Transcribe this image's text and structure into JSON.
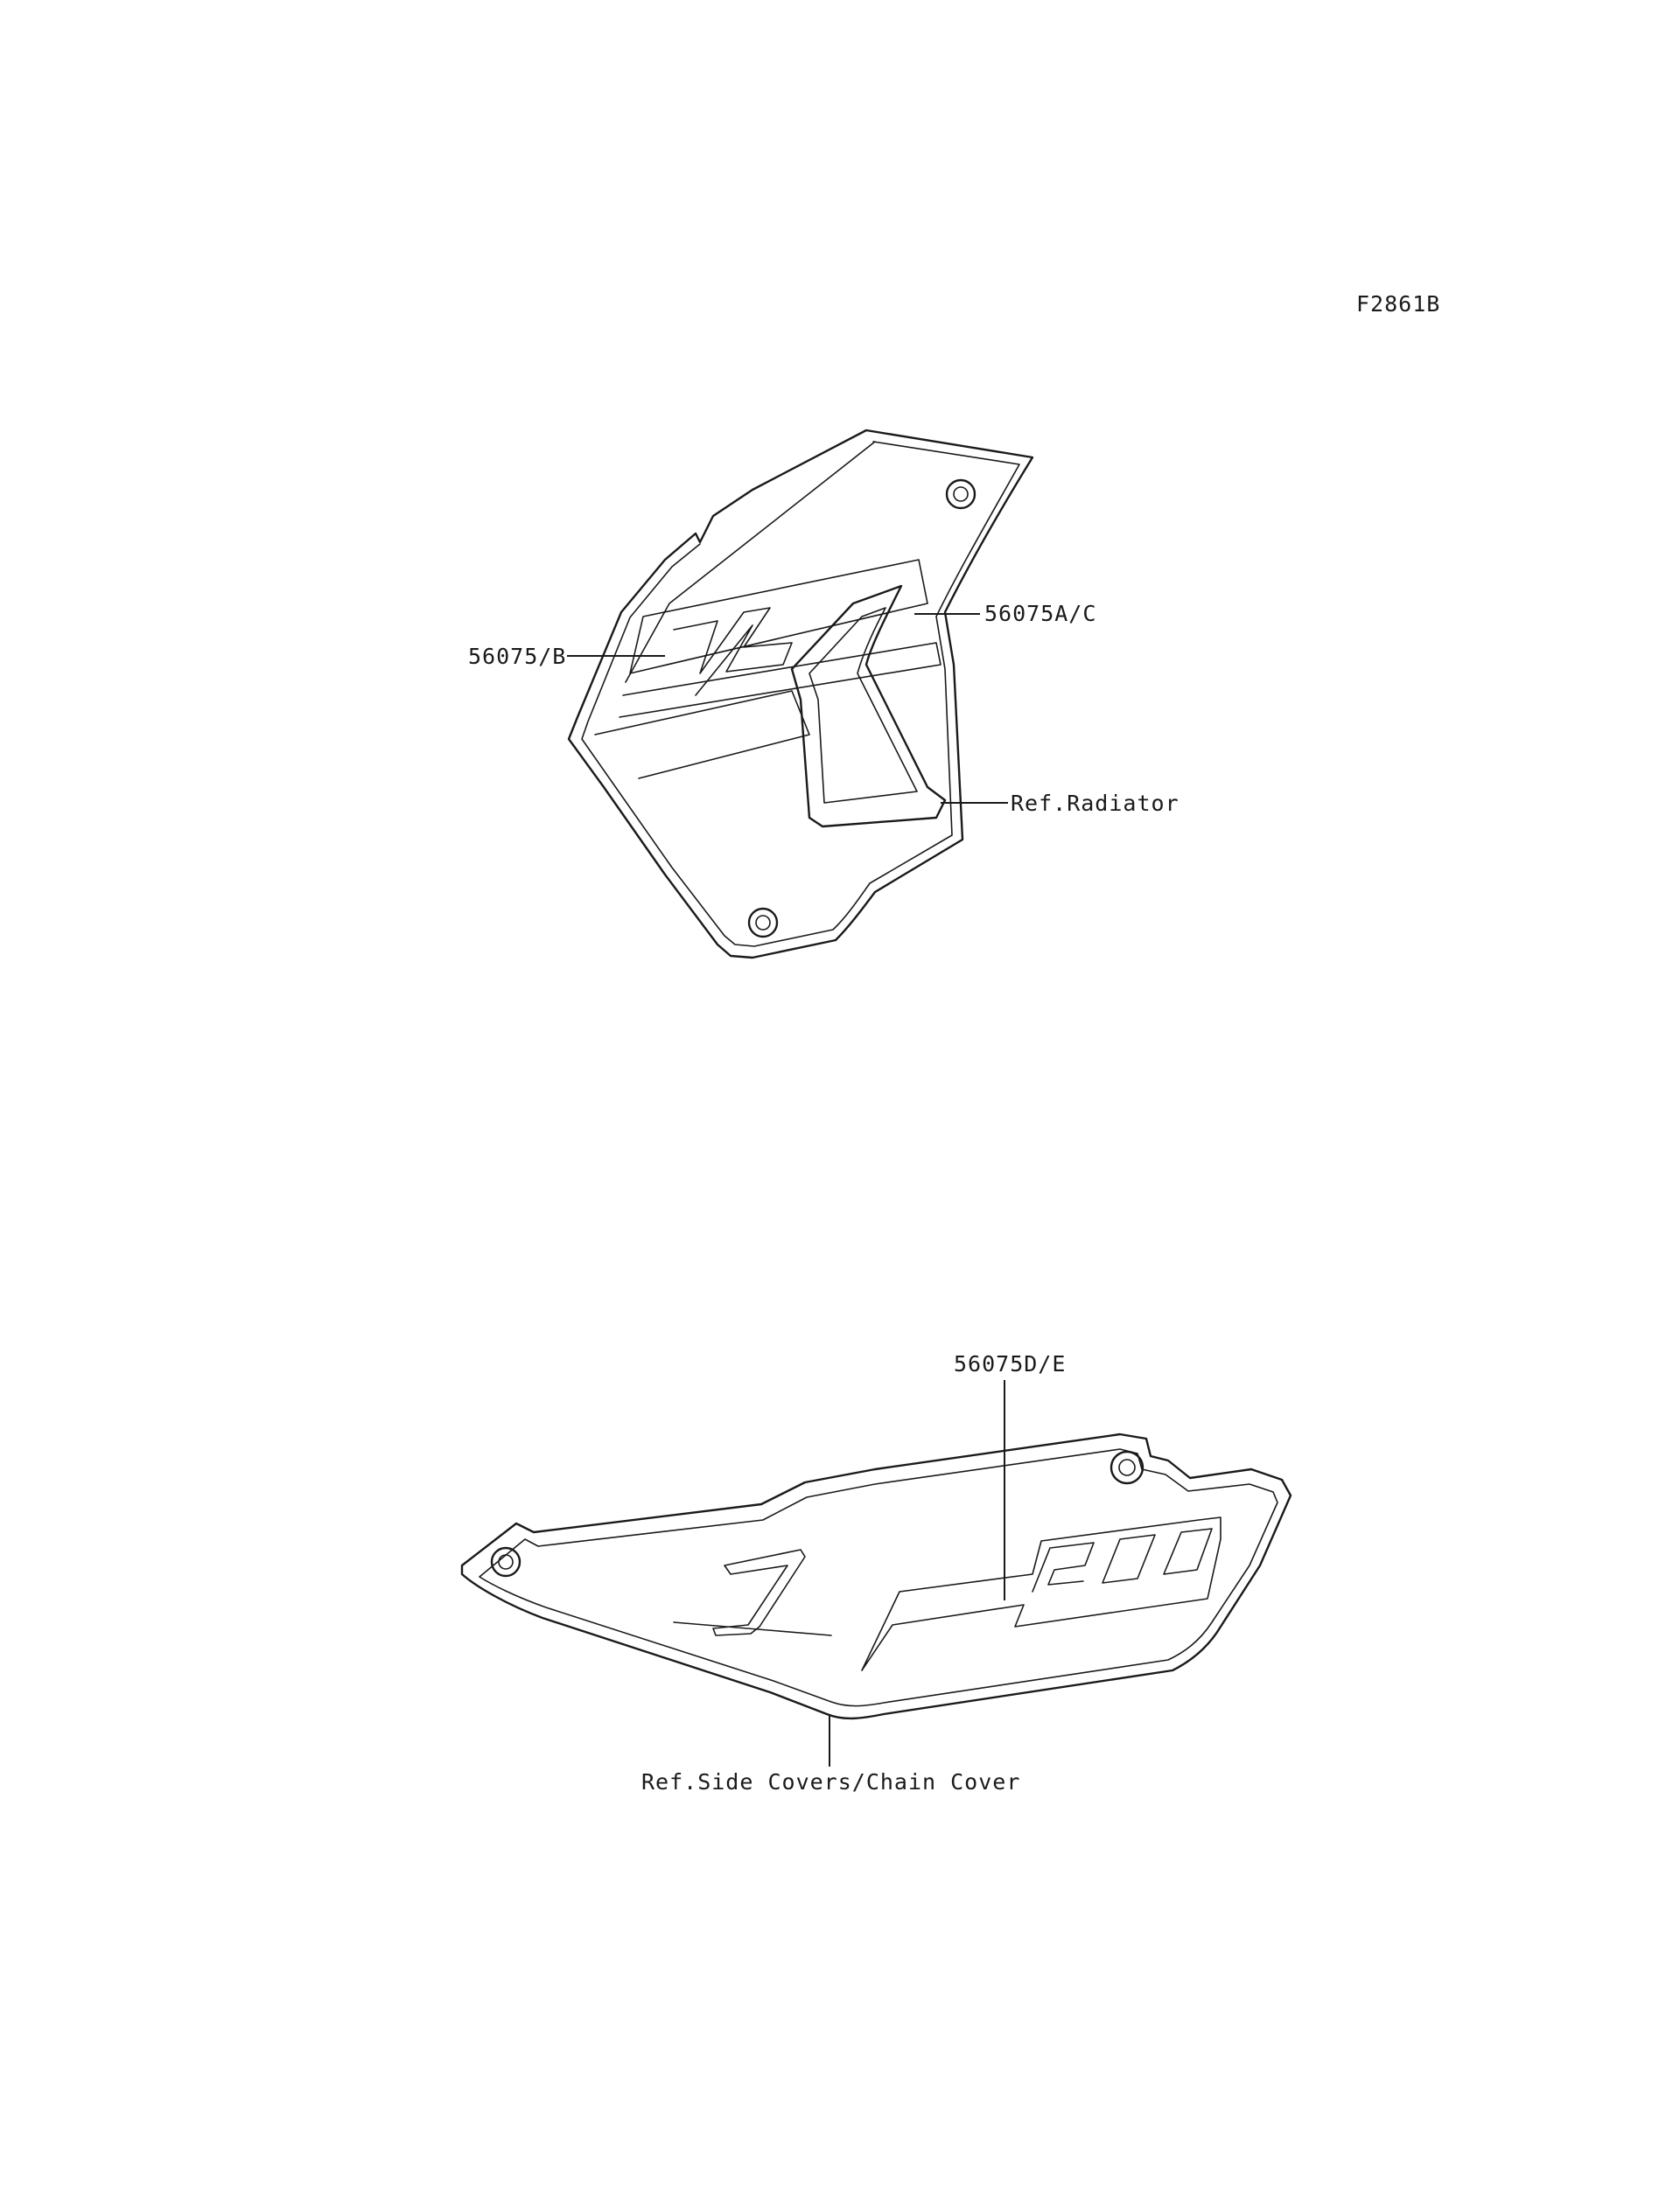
{
  "figure_code": "F2861B",
  "callouts": {
    "shroud_left": "56075/B",
    "shroud_right": "56075A/C",
    "radiator_ref": "Ref.Radiator",
    "side_cover_decal": "56075D/E",
    "side_cover_ref": "Ref.Side Covers/Chain Cover"
  }
}
